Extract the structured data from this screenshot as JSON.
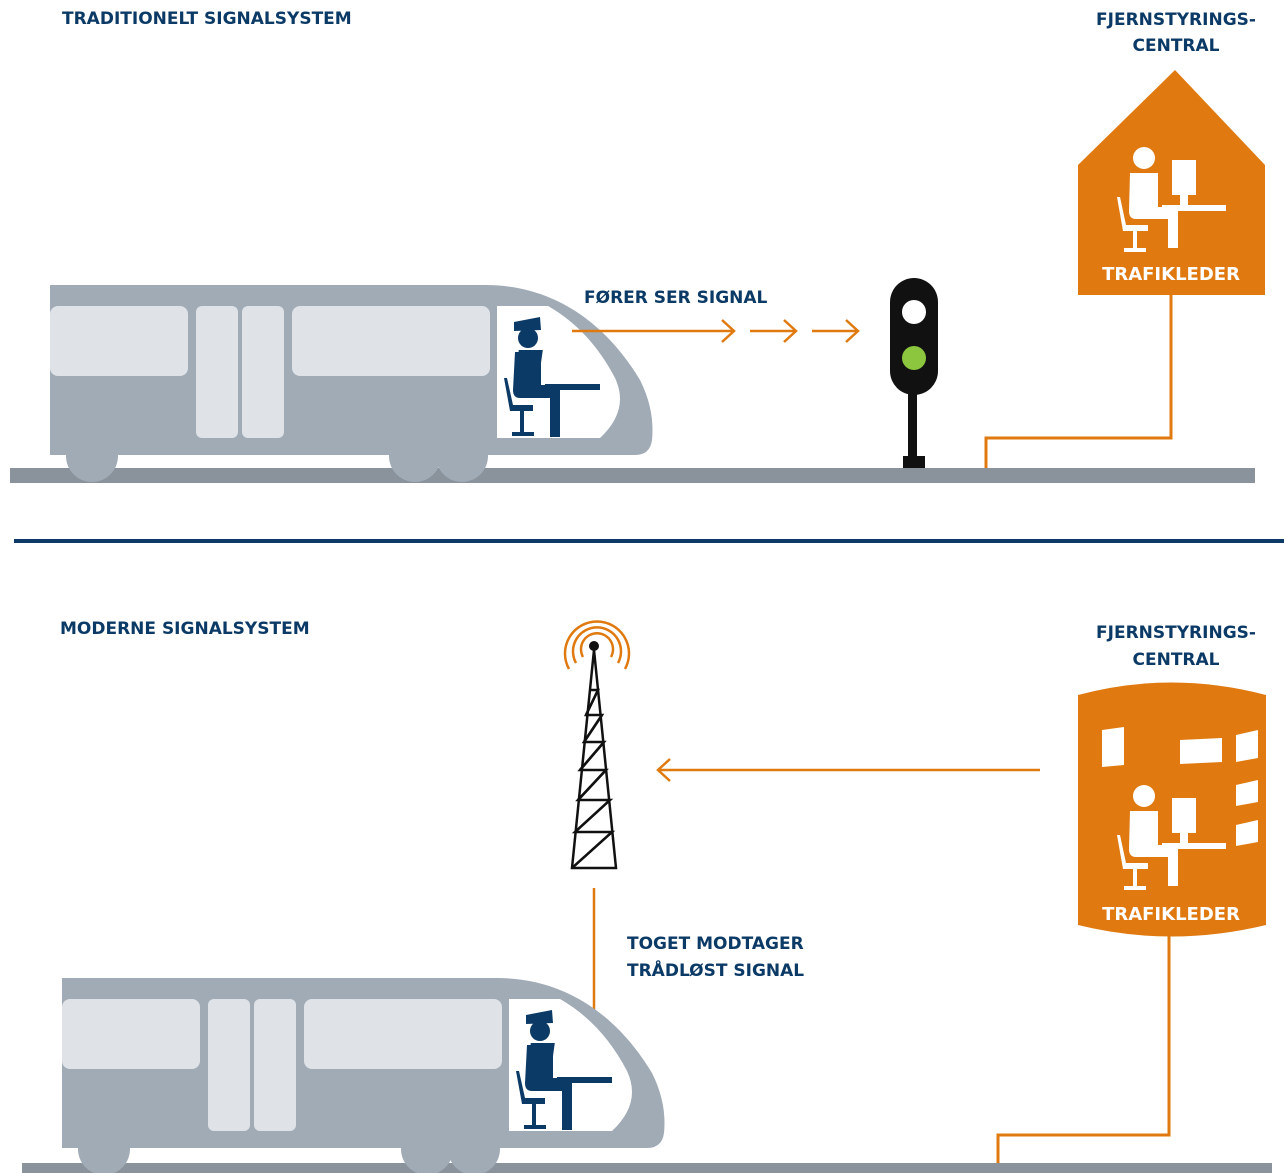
{
  "colors": {
    "navy": "#0b3a66",
    "orange": "#e07a10",
    "train_grey": "#a0abb6",
    "window_light": "#dfe3e8",
    "rail_grey": "#8a939c",
    "signal_green": "#8cc63f"
  },
  "top_section": {
    "title": "TRADITIONELT SIGNALSYSTEM",
    "driver_label": "FØRER SER SIGNAL",
    "center_title_line1": "FJERNSTYRINGS-",
    "center_title_line2": "CENTRAL",
    "center_role": "TRAFIKLEDER"
  },
  "bottom_section": {
    "title": "MODERNE SIGNALSYSTEM",
    "train_label_line1": "TOGET MODTAGER",
    "train_label_line2": "TRÅDLØST SIGNAL",
    "center_title_line1": "FJERNSTYRINGS-",
    "center_title_line2": "CENTRAL",
    "center_role": "TRAFIKLEDER"
  },
  "icons": [
    "train-icon",
    "train-driver-icon",
    "traffic-signal-icon",
    "control-center-house-icon",
    "traffic-controller-icon",
    "radio-tower-icon",
    "control-center-cylinder-icon"
  ]
}
